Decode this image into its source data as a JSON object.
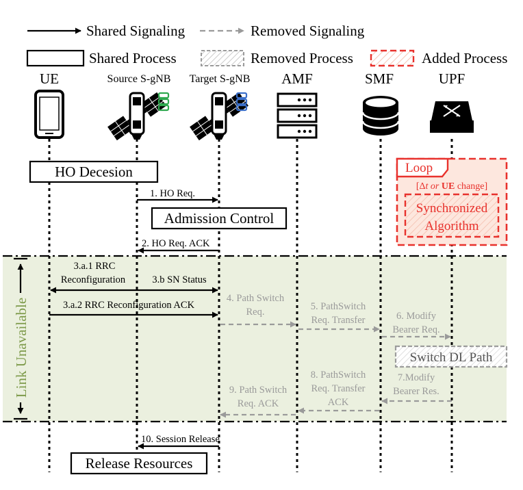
{
  "legend": {
    "shared_signaling": "Shared Signaling",
    "removed_signaling": "Removed Signaling",
    "shared_process": "Shared Process",
    "removed_process": "Removed Process",
    "added_process": "Added Process"
  },
  "actors": {
    "ue": "UE",
    "source": "Source S-gNB",
    "target": "Target S-gNB",
    "amf": "AMF",
    "smf": "SMF",
    "upf": "UPF"
  },
  "processes": {
    "ho_decision": "HO Decesion",
    "admission_control": "Admission Control",
    "switch_dl_path": "Switch DL Path",
    "release_resources": "Release Resources"
  },
  "loop": {
    "label": "Loop",
    "condition_open": "[",
    "condition_delta": "Δ",
    "condition_t": "t",
    "condition_or": " or ",
    "condition_ue": "UE",
    "condition_rest": " change]",
    "algorithm_line1": "Synchronized",
    "algorithm_line2": "Algorithm"
  },
  "messages": {
    "m1": "1. HO Req.",
    "m2": "2. HO Req. ACK",
    "m3a1_line1": "3.a.1 RRC",
    "m3a1_line2": "Reconfiguration",
    "m3b": "3.b SN Status",
    "m3a2": "3.a.2 RRC Reconfiguration ACK",
    "m4_line1": "4. Path Switch",
    "m4_line2": "Req.",
    "m5_line1": "5. PathSwitch",
    "m5_line2": "Req. Transfer",
    "m6_line1": "6. Modify",
    "m6_line2": "Bearer Req.",
    "m7_line1": "7.Modify",
    "m7_line2": "Bearer Res.",
    "m8_line1": "8. PathSwitch",
    "m8_line2": "Req. Transfer",
    "m8_line3": "ACK",
    "m9_line1": "9. Path Switch",
    "m9_line2": "Req. ACK",
    "m10": "10. Session Release"
  },
  "side_label": "Link Unavailable",
  "colors": {
    "shared": "#000000",
    "removed": "#9a9a9a",
    "added": "#e8312c",
    "added_fill": "#fbe3d9",
    "unavailable_fill": "#ebf0df",
    "side_text": "#7d9a4a",
    "db_green": "#2fa84f",
    "db_blue": "#3b6fc9"
  },
  "icons": [
    "phone-icon",
    "satellite-icon",
    "satellite-icon",
    "server-rack-icon",
    "database-icon",
    "switch-icon"
  ]
}
